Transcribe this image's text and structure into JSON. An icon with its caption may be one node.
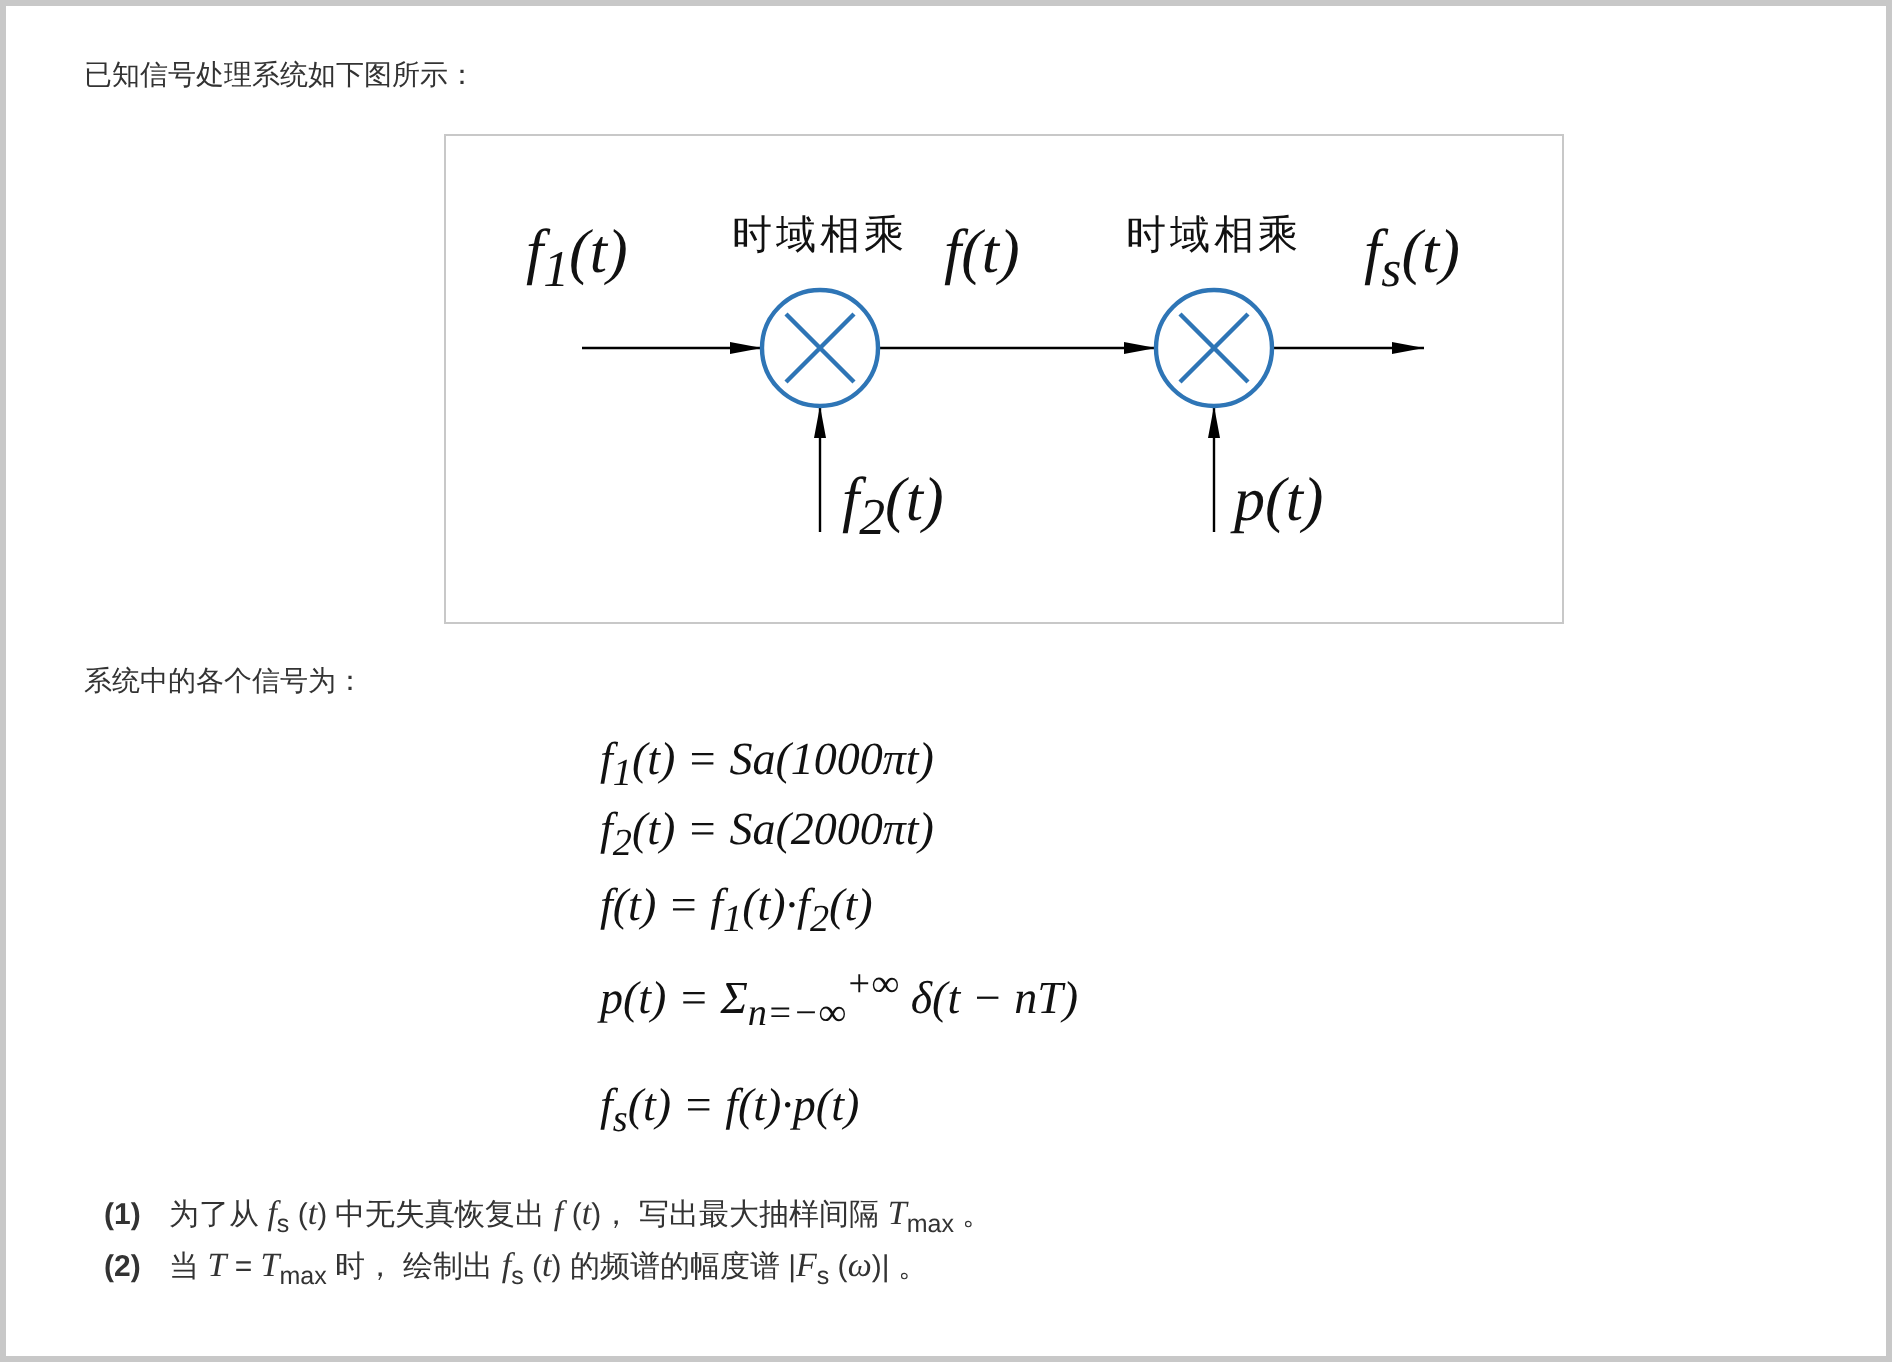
{
  "diagram": {
    "title": "已知信号处理系统如下图所示：",
    "nodes": [
      {
        "text": [
          "时域相乘"
        ]
      },
      {
        "text": [
          "时域相乘"
        ]
      }
    ],
    "edges": [
      {
        "from": null,
        "to": 0,
        "arrow": "to",
        "label": "f$_{1}$(t)"
      },
      {
        "from": 0,
        "to": 1,
        "arrow": "to",
        "label": "f(t)"
      },
      {
        "from": 1,
        "to": null,
        "arrow": "to",
        "label": "f$_{s}$(t)"
      },
      {
        "from": null,
        "to": 0,
        "arrow": "to",
        "label": "f$_{2}$(t)"
      },
      {
        "from": null,
        "to": 1,
        "arrow": "to",
        "label": "p(t)"
      }
    ],
    "labels": [
      "系统中的各个信号为：",
      "f$_{1}$(t) = Sa(1000πt)",
      "f$_{2}$(t) = Sa(2000πt)",
      "f(t) = f$_{1}$(t)·f$_{2}$(t)",
      "p(t) = Σ$_{n=−∞}$$^{+∞}$ δ(t − nT)",
      "f$_{s}$(t) = f(t)·p(t)",
      "**(1)** 为了从 *f*$_{s}$ (*t*) 中无失真恢复出 *f* (*t*)， 写出最大抽样间隔 *T*$_{max}$ 。",
      "**(2)** 当 *T* = *T*$_{max}$ 时， 绘制出 *f*$_{s}$ (*t*) 的频谱的幅度谱 |*F*$_{s}$ (*ω*)| 。"
    ]
  }
}
